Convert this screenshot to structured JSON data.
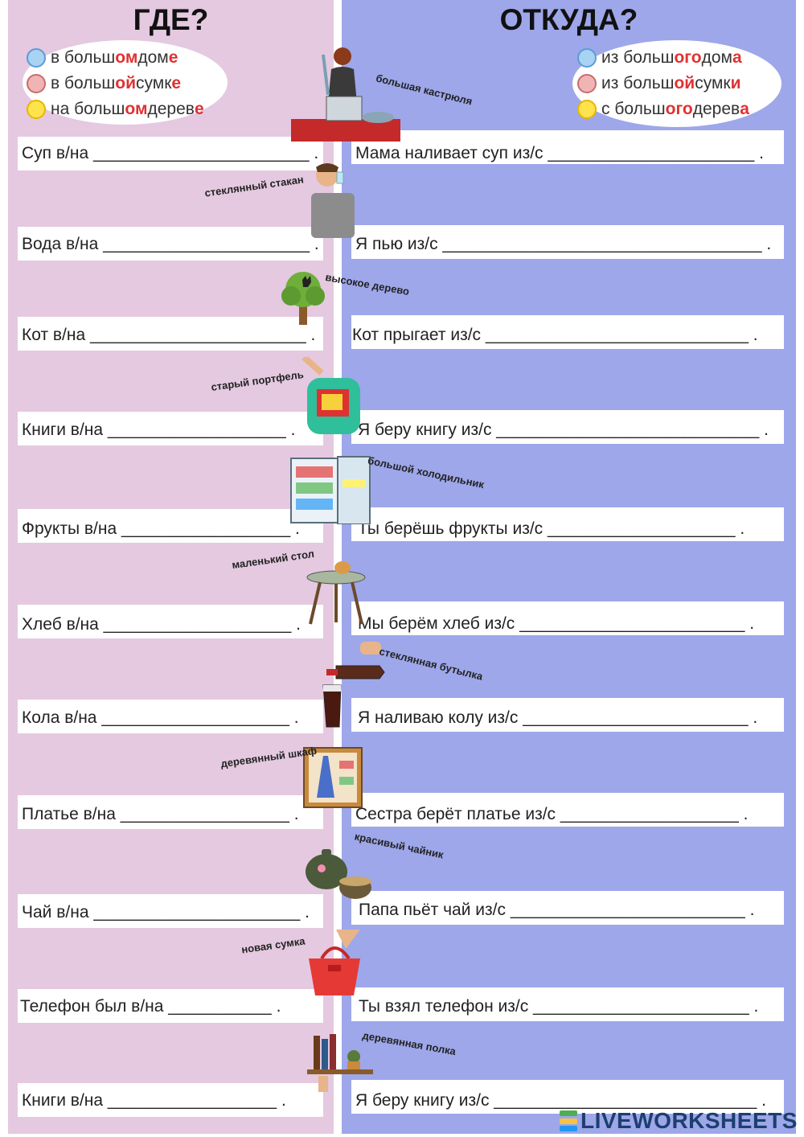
{
  "headings": {
    "left": "ГДЕ?",
    "right": "ОТКУДА?"
  },
  "legend_left": [
    {
      "icon": "boy-face-icon",
      "pre": "в больш",
      "mid": "ом",
      "word": " дом",
      "end": "е"
    },
    {
      "icon": "girl-face-icon",
      "pre": "в больш",
      "mid": "ой",
      "word": " сумк",
      "end": "е"
    },
    {
      "icon": "sun-icon",
      "pre": "на больш",
      "mid": "ом",
      "word": " дерев",
      "end": "е"
    }
  ],
  "legend_right": [
    {
      "icon": "boy-face-icon",
      "pre": "из больш",
      "mid": "ого",
      "word": " дом",
      "end": "а"
    },
    {
      "icon": "girl-face-icon",
      "pre": "из больш",
      "mid": "ой",
      "word": " сумк",
      "end": "и"
    },
    {
      "icon": "sun-icon",
      "pre": "с больш",
      "mid": "ого",
      "word": " дерев",
      "end": "а"
    }
  ],
  "colors": {
    "left_column": "#e4c9e0",
    "right_column": "#9ea7ea",
    "ending_highlight": "#e03131"
  },
  "rows": [
    {
      "left": "Суп в/на _______________________ .",
      "right": "Мама наливает суп из/с ______________________ .",
      "caption": "большая кастрюля",
      "illustration": "woman-cooking-pot-icon"
    },
    {
      "left": "Вода в/на ______________________ .",
      "right": "Я пью из/с __________________________________ .",
      "caption": "стеклянный стакан",
      "illustration": "man-drinking-glass-icon"
    },
    {
      "left": "Кот в/на _______________________ .",
      "right": "Кот прыгает из/с  ____________________________ .",
      "caption": "высокое дерево",
      "illustration": "tree-cat-icon"
    },
    {
      "left": "Книги в/на ___________________ .",
      "right": "Я беру книгу из/с ____________________________ .",
      "caption": "старый портфель",
      "illustration": "backpack-icon"
    },
    {
      "left": "Фрукты в/на __________________ .",
      "right": "Ты берёшь фрукты из/с  ____________________ .",
      "caption": "большой холодильник",
      "illustration": "fridge-icon"
    },
    {
      "left": "Хлеб в/на ____________________ .",
      "right": "Мы берём хлеб из/с  ________________________ .",
      "caption": "маленький стол",
      "illustration": "table-bread-icon"
    },
    {
      "left": "Кола в/на ____________________ .",
      "right": "Я наливаю колу из/с  ________________________ .",
      "caption": "стеклянная бутылка",
      "illustration": "cola-bottle-glass-icon"
    },
    {
      "left": "Платье в/на __________________ .",
      "right": "Сестра берёт платье из/с  ___________________ .",
      "caption": "деревянный шкаф",
      "illustration": "wardrobe-dress-icon"
    },
    {
      "left": "Чай в/на ______________________ .",
      "right": "Папа пьёт чай из/с  _________________________ .",
      "caption": "красивый чайник",
      "illustration": "teapot-icon"
    },
    {
      "left": "Телефон был  в/на ___________ .",
      "right": "Ты взял телефон из/с  _______________________ .",
      "caption": "новая сумка",
      "illustration": "handbag-icon"
    },
    {
      "left": "Книги в/на __________________ .",
      "right": "Я беру книгу из/с  ____________________________ .",
      "caption": "деревянная полка",
      "illustration": "bookshelf-icon"
    }
  ],
  "brand": {
    "text": "LIVEWORKSHEETS",
    "icon": "liveworksheets-logo-icon"
  }
}
